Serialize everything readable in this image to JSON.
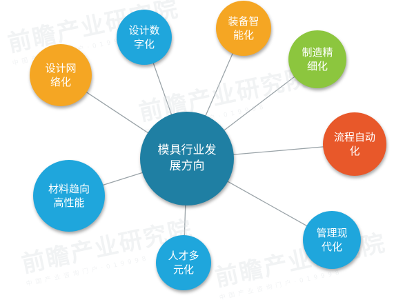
{
  "watermark": {
    "text": "前瞻产业研究院",
    "subtext": "中 国 产 业 咨 询 门 户 · 0 1 9 9 9 8"
  },
  "center": {
    "label": "模具行业发\n展方向",
    "color": "#1f7fa3"
  },
  "nodes": [
    {
      "id": "design-digital",
      "label": "设计数\n字化",
      "color": "#1fa6dc"
    },
    {
      "id": "equipment-smart",
      "label": "装备智\n能化",
      "color": "#f5a623"
    },
    {
      "id": "manufacture-fine",
      "label": "制造精\n细化",
      "color": "#8cc63e"
    },
    {
      "id": "process-auto",
      "label": "流程自动\n化",
      "color": "#e8582a"
    },
    {
      "id": "management-modern",
      "label": "管理现\n代化",
      "color": "#1fa6dc"
    },
    {
      "id": "talent-diverse",
      "label": "人才多\n元化",
      "color": "#1fa6dc"
    },
    {
      "id": "material-high",
      "label": "材料趋向\n高性能",
      "color": "#1fa6dc"
    },
    {
      "id": "design-network",
      "label": "设计网\n络化",
      "color": "#f5a623"
    }
  ],
  "link_color": "#9aa3a8"
}
